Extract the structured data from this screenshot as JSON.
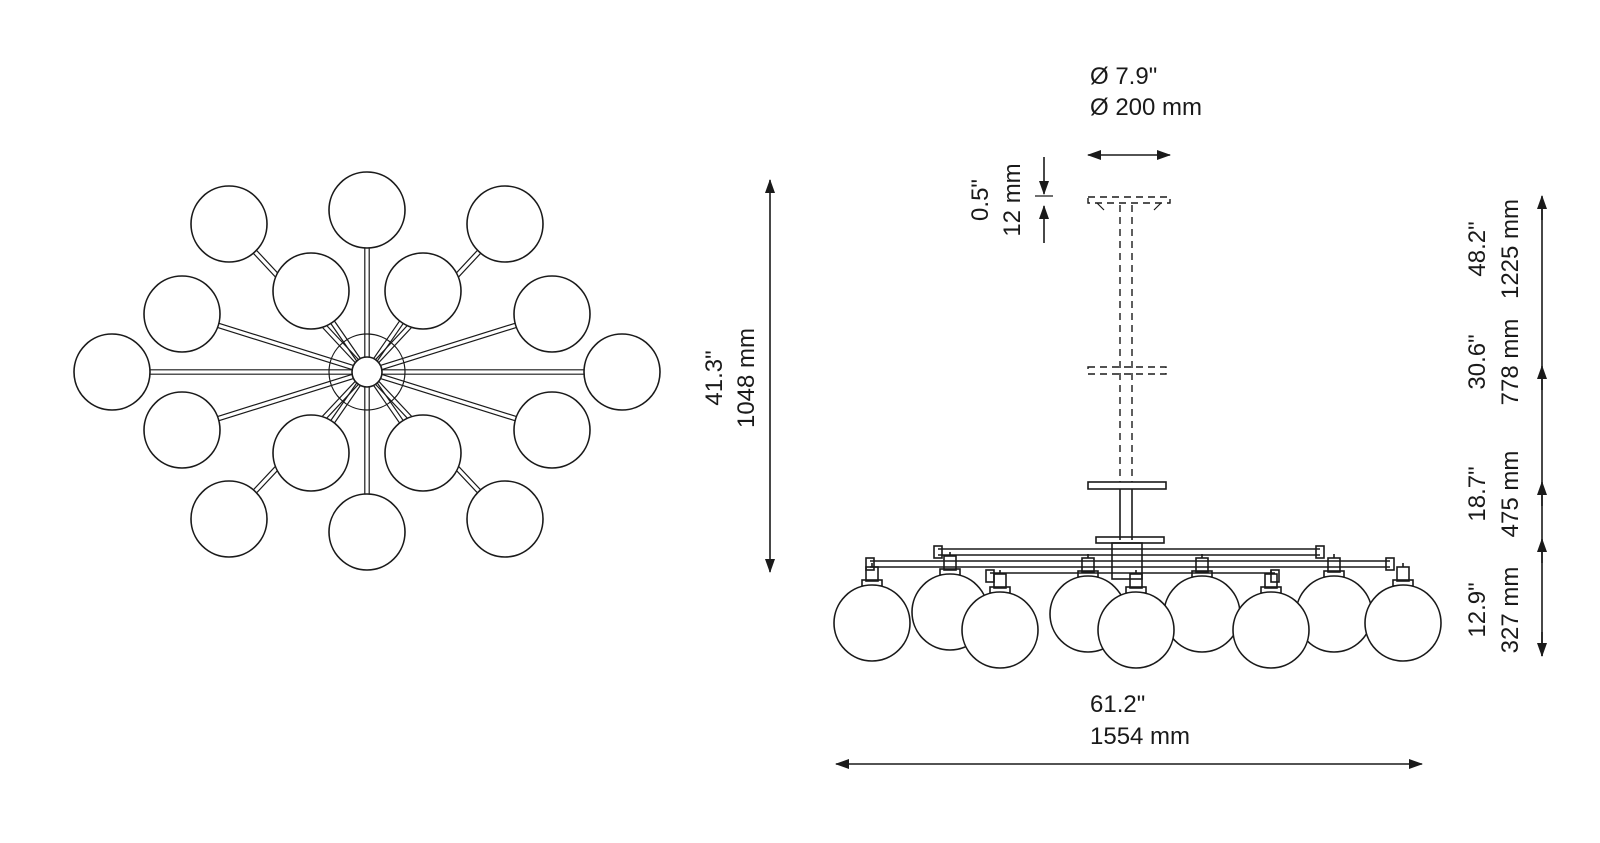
{
  "top_view": {
    "height_in": "41.3\"",
    "height_mm": "1048 mm"
  },
  "side_view": {
    "canopy_diameter_in": "Ø 7.9\"",
    "canopy_diameter_mm": "Ø 200 mm",
    "canopy_thickness_in": "0.5\"",
    "canopy_thickness_mm": "12 mm",
    "width_in": "61.2\"",
    "width_mm": "1554 mm",
    "heights": [
      {
        "in": "48.2\"",
        "mm": "1225 mm"
      },
      {
        "in": "30.6\"",
        "mm": "778 mm"
      },
      {
        "in": "18.7\"",
        "mm": "475 mm"
      },
      {
        "in": "12.9\"",
        "mm": "327 mm"
      }
    ]
  }
}
